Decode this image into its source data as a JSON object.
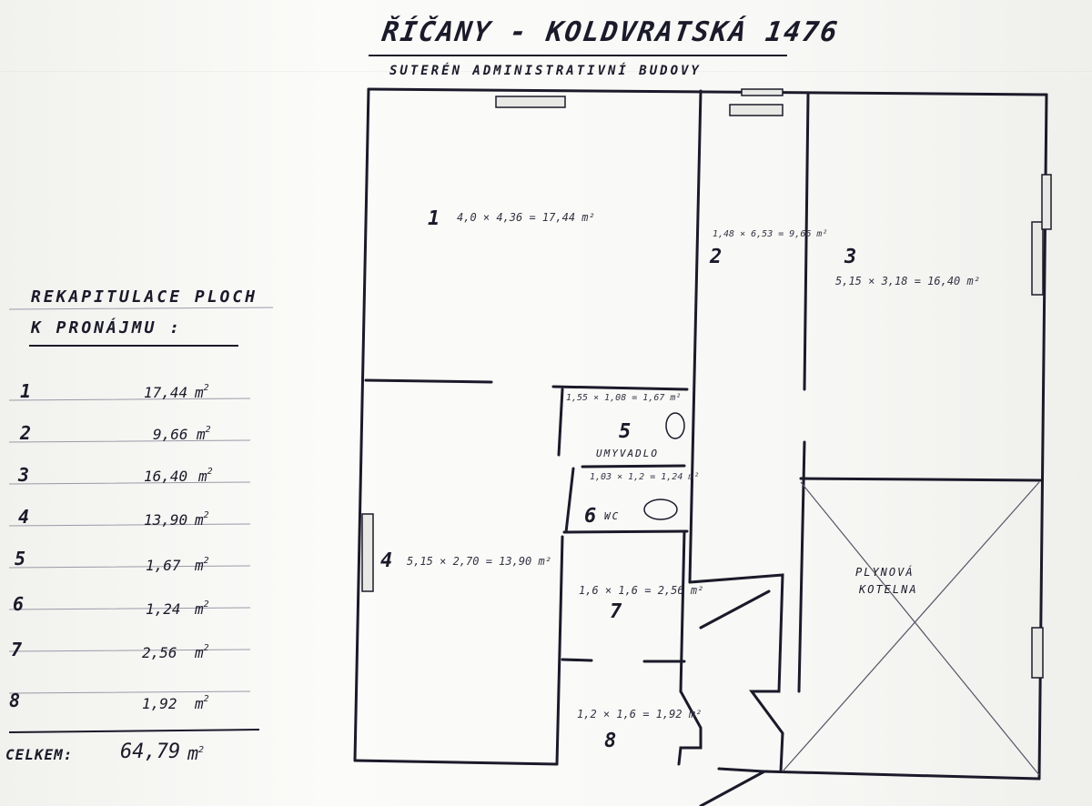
{
  "header": {
    "title": "ŘÍČANY - KOLDVRATSKÁ 1476",
    "subtitle": "SUTERÉN ADMINISTRATIVNÍ BUDOVY"
  },
  "recap": {
    "heading_line1": "REKAPITULACE PLOCH",
    "heading_line2": "K PRONÁJMU :",
    "unit": "m",
    "unit_sup": "2",
    "rows": [
      {
        "no": "1",
        "value": "17,44"
      },
      {
        "no": "2",
        "value": "9,66"
      },
      {
        "no": "3",
        "value": "16,40"
      },
      {
        "no": "4",
        "value": "13,90"
      },
      {
        "no": "5",
        "value": "1,67"
      },
      {
        "no": "6",
        "value": "1,24"
      },
      {
        "no": "7",
        "value": "2,56"
      },
      {
        "no": "8",
        "value": "1,92"
      }
    ],
    "total_label": "CELKEM:",
    "total_value": "64,79"
  },
  "rooms": {
    "r1": {
      "no": "1",
      "dim": "4,0 × 4,36 = 17,44 m²"
    },
    "r2": {
      "no": "2",
      "dim": "1,48 × 6,53 = 9,66 m²"
    },
    "r3": {
      "no": "3",
      "dim": "5,15 × 3,18 = 16,40 m²"
    },
    "r4": {
      "no": "4",
      "dim": "5,15 × 2,70 = 13,90 m²"
    },
    "r5": {
      "no": "5",
      "dim": "1,55 × 1,08 = 1,67 m²",
      "label": "UMYVADLO"
    },
    "r6": {
      "no": "6",
      "dim": "1,03 × 1,2 = 1,24 m²",
      "label": "WC"
    },
    "r7": {
      "no": "7",
      "dim": "1,6 × 1,6 = 2,56 m²"
    },
    "r8": {
      "no": "8",
      "dim": "1,2 × 1,6 = 1,92 m²"
    },
    "boiler": {
      "line1": "PLYNOVÁ",
      "line2": "KOTELNA"
    }
  }
}
